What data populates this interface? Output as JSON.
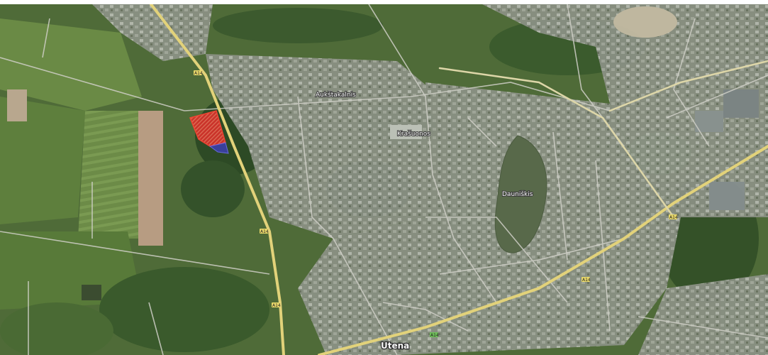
{
  "map": {
    "city_label": "Utena",
    "lake_label": "Dauniškis",
    "district_labels": [
      "Aukštakalnis",
      "Krašuonos"
    ],
    "route_shields": [
      "A14",
      "A14",
      "A14",
      "A14",
      "A14",
      "A14"
    ],
    "colors": {
      "highlight_fill": "#d8312a",
      "parcel_fill": "#3b3fa8",
      "main_road": "#e2d27a",
      "lake": "#5a6a4c",
      "forest": "#2c4a24",
      "field": "#6f8f4a",
      "urban": "#8f958a"
    }
  }
}
